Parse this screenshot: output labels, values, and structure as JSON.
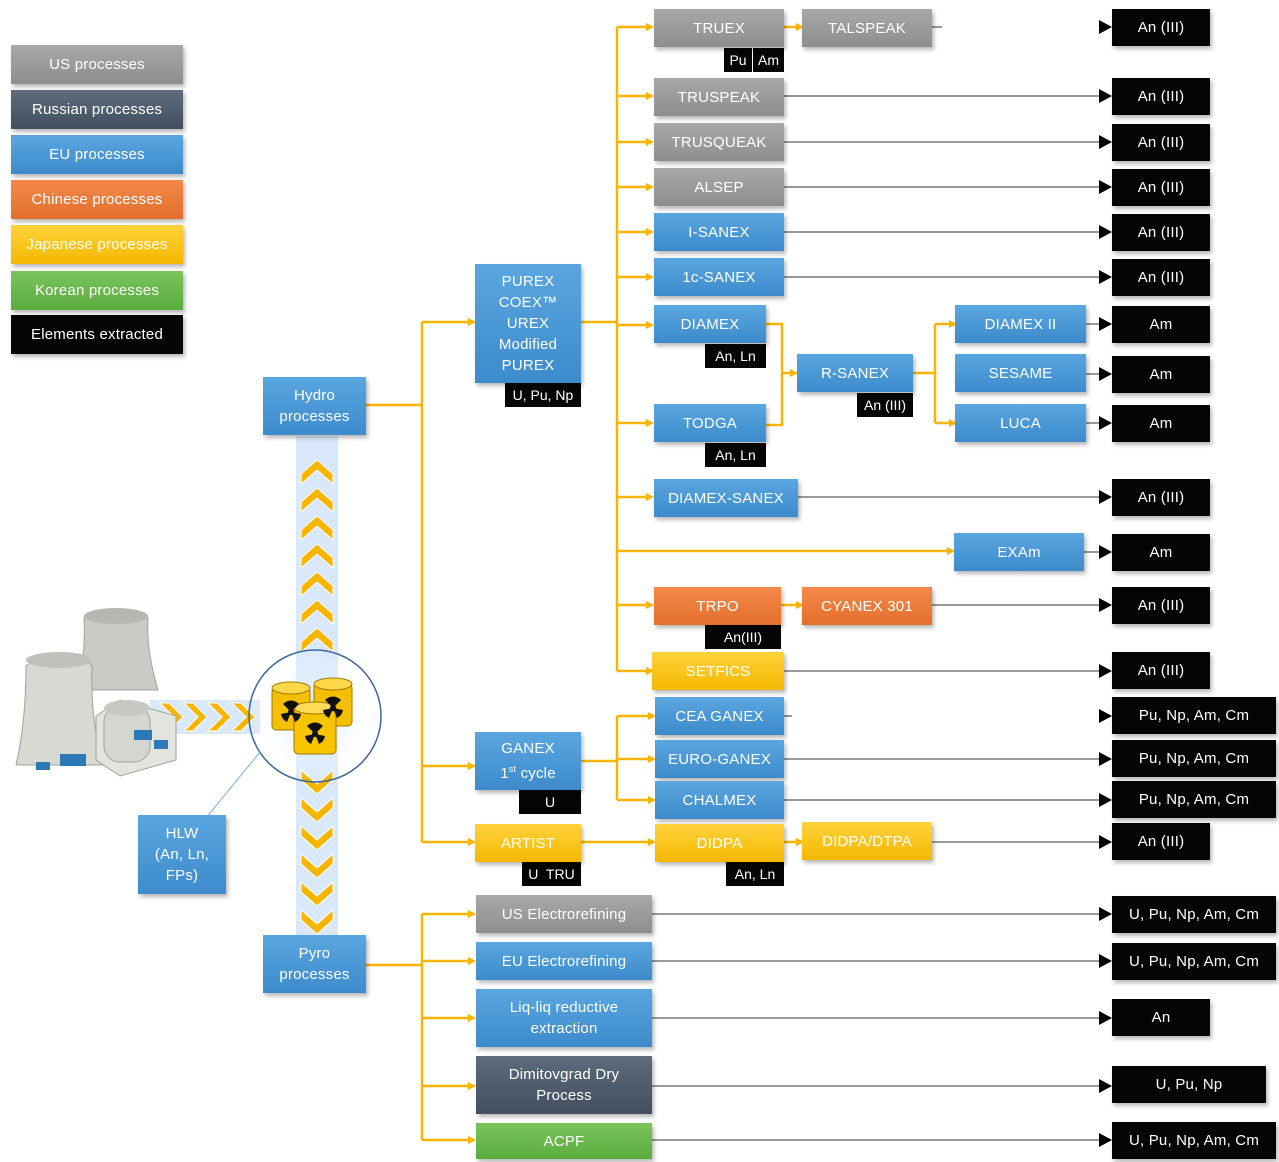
{
  "legend": {
    "us": "US processes",
    "russian": "Russian processes",
    "eu": "EU processes",
    "chinese": "Chinese processes",
    "japanese": "Japanese processes",
    "korean": "Korean processes",
    "elements": "Elements extracted"
  },
  "colors": {
    "us": "#9a9a9a",
    "russian": "#4e5b6c",
    "eu": "#4a98d8",
    "chinese": "#ec7b3a",
    "japanese": "#fbc51a",
    "korean": "#69b84d",
    "elements": "#050505",
    "arrow": "#f7b500"
  },
  "source": {
    "hlw": "HLW\n(An, Ln,\nFPs)",
    "hydro": "Hydro\nprocesses",
    "pyro": "Pyro\nprocesses"
  },
  "hydro": {
    "purex": "PUREX\nCOEX™\nUREX\nModified\nPUREX",
    "purex_tag": "U, Pu, Np",
    "ganex_line1": "GANEX",
    "ganex_line2_pre": "1",
    "ganex_sup": "st",
    "ganex_line2_post": " cycle",
    "ganex_tag": "U",
    "artist": "ARTIST",
    "artist_tag": "U  TRU"
  },
  "purex_branch": {
    "truex": "TRUEX",
    "truex_tag_pu": "Pu",
    "truex_tag_am": "Am",
    "talspeak": "TALSPEAK",
    "truspeak": "TRUSPEAK",
    "trusqueak": "TRUSQUEAK",
    "alsep": "ALSEP",
    "i_sanex": "I-SANEX",
    "onec_sanex": "1c-SANEX",
    "diamex": "DIAMEX",
    "diamex_tag": "An, Ln",
    "todga": "TODGA",
    "todga_tag": "An, Ln",
    "r_sanex": "R-SANEX",
    "r_sanex_tag": "An (III)",
    "diamex_ii": "DIAMEX II",
    "sesame": "SESAME",
    "luca": "LUCA",
    "diamex_sanex": "DIAMEX-SANEX",
    "exam": "EXAm",
    "trpo": "TRPO",
    "trpo_tag": "An(III)",
    "cyanex": "CYANEX 301",
    "setfics": "SETFICS"
  },
  "ganex_branch": {
    "cea_ganex": "CEA GANEX",
    "euro_ganex": "EURO-GANEX",
    "chalmex": "CHALMEX"
  },
  "artist_branch": {
    "didpa": "DIDPA",
    "didpa_tag": "An, Ln",
    "didpa_dtpa": "DIDPA/DTPA"
  },
  "pyro_branch": {
    "us_er": "US Electrorefining",
    "eu_er": "EU Electrorefining",
    "liq": "Liq-liq reductive\nextraction",
    "dimitrovgrad": "Dimitovgrad Dry\nProcess",
    "acpf": "ACPF"
  },
  "outputs": {
    "talspeak": "An (III)",
    "truspeak": "An (III)",
    "trusqueak": "An (III)",
    "alsep": "An (III)",
    "i_sanex": "An (III)",
    "onec_sanex": "An (III)",
    "diamex_ii": "Am",
    "sesame": "Am",
    "luca": "Am",
    "diamex_sanex": "An (III)",
    "exam": "Am",
    "cyanex": "An (III)",
    "setfics": "An (III)",
    "cea_ganex": "Pu, Np, Am, Cm",
    "euro_ganex": "Pu, Np, Am, Cm",
    "chalmex": "Pu, Np, Am, Cm",
    "didpa_dtpa": "An (III)",
    "us_er": "U, Pu, Np, Am, Cm",
    "eu_er": "U, Pu, Np, Am, Cm",
    "liq": "An",
    "dimitrovgrad": "U, Pu, Np",
    "acpf": "U, Pu, Np, Am, Cm"
  }
}
